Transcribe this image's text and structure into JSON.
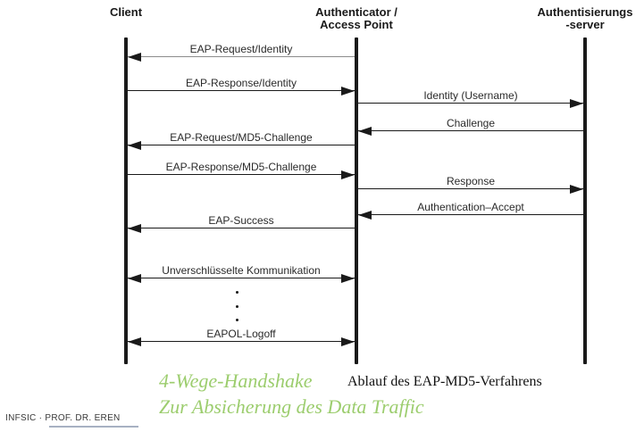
{
  "colors": {
    "line": "#1a1a1a",
    "request_line_gray": "#8c8c8c",
    "caption_green": "#9ccd6e",
    "footer_rule": "#8a97ad"
  },
  "actors": [
    {
      "name": "Client",
      "name2": ""
    },
    {
      "name": "Authenticator /",
      "name2": "Access Point"
    },
    {
      "name": "Authentisierungs",
      "name2": "-server"
    }
  ],
  "messages": [
    {
      "label": "EAP-Request/Identity",
      "from": "authenticator",
      "to": "client",
      "direction": "left"
    },
    {
      "label": "EAP-Response/Identity",
      "from": "client",
      "to": "authenticator",
      "direction": "right"
    },
    {
      "label": "Identity (Username)",
      "from": "authenticator",
      "to": "server",
      "direction": "right"
    },
    {
      "label": "Challenge",
      "from": "server",
      "to": "authenticator",
      "direction": "left"
    },
    {
      "label": "EAP-Request/MD5-Challenge",
      "from": "authenticator",
      "to": "client",
      "direction": "left"
    },
    {
      "label": "EAP-Response/MD5-Challenge",
      "from": "client",
      "to": "authenticator",
      "direction": "right"
    },
    {
      "label": "Response",
      "from": "authenticator",
      "to": "server",
      "direction": "right"
    },
    {
      "label": "Authentication–Accept",
      "from": "server",
      "to": "authenticator",
      "direction": "left"
    },
    {
      "label": "EAP-Success",
      "from": "authenticator",
      "to": "client",
      "direction": "left"
    },
    {
      "label": "Unverschlüsselte Kommunikation",
      "from": "client",
      "to": "authenticator",
      "direction": "both"
    },
    {
      "label": "EAPOL-Logoff",
      "from": "client",
      "to": "authenticator",
      "direction": "both"
    }
  ],
  "dots": [
    "·",
    "·",
    "·"
  ],
  "captions": {
    "handshake_line1": "4-Wege-Handshake",
    "handshake_line2": "Zur Absicherung des Data Traffic",
    "diagram_title": "Ablauf des EAP-MD5-Verfahrens"
  },
  "footer": {
    "credit": "INFSIC · PROF. DR. EREN"
  }
}
